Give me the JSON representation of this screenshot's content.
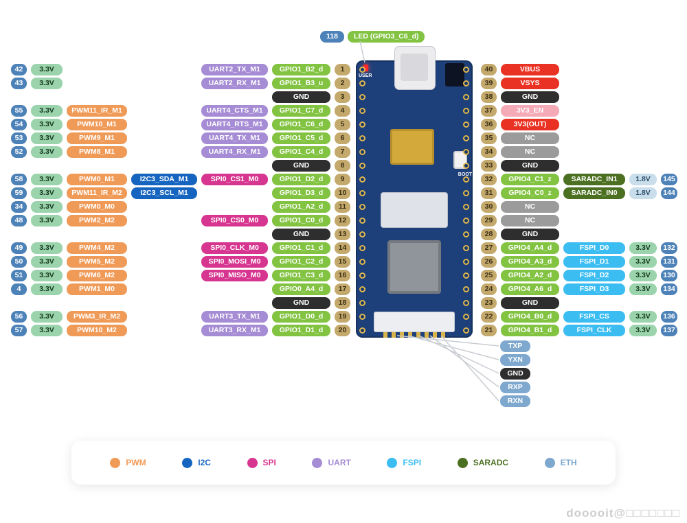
{
  "header": {
    "led_chip_pin": "118",
    "led_label": "LED (GPIO3_C6_d)"
  },
  "board": {
    "user_label": "USER",
    "boot_label": "BOOT"
  },
  "left_rows": [
    {
      "chip": "42",
      "power": "3.3V",
      "pwm": null,
      "i2c": null,
      "bus": "UART2_TX_M1",
      "busType": "uart",
      "gpio": "GPIO1_B2_d",
      "gpioType": "gpio",
      "pin": "1"
    },
    {
      "chip": "43",
      "power": "3.3V",
      "pwm": null,
      "i2c": null,
      "bus": "UART2_RX_M1",
      "busType": "uart",
      "gpio": "GPIO1_B3_u",
      "gpioType": "gpio",
      "pin": "2"
    },
    {
      "chip": null,
      "power": null,
      "pwm": null,
      "i2c": null,
      "bus": null,
      "busType": null,
      "gpio": "GND",
      "gpioType": "gnd",
      "pin": "3"
    },
    {
      "chip": "55",
      "power": "3.3V",
      "pwm": "PWM11_IR_M1",
      "i2c": null,
      "bus": "UART4_CTS_M1",
      "busType": "uart",
      "gpio": "GPIO1_C7_d",
      "gpioType": "gpio",
      "pin": "4"
    },
    {
      "chip": "54",
      "power": "3.3V",
      "pwm": "PWM10_M1",
      "i2c": null,
      "bus": "UART4_RTS_M1",
      "busType": "uart",
      "gpio": "GPIO1_C6_d",
      "gpioType": "gpio",
      "pin": "5"
    },
    {
      "chip": "53",
      "power": "3.3V",
      "pwm": "PWM9_M1",
      "i2c": null,
      "bus": "UART4_TX_M1",
      "busType": "uart",
      "gpio": "GPIO1_C5_d",
      "gpioType": "gpio",
      "pin": "6"
    },
    {
      "chip": "52",
      "power": "3.3V",
      "pwm": "PWM8_M1",
      "i2c": null,
      "bus": "UART4_RX_M1",
      "busType": "uart",
      "gpio": "GPIO1_C4_d",
      "gpioType": "gpio",
      "pin": "7"
    },
    {
      "chip": null,
      "power": null,
      "pwm": null,
      "i2c": null,
      "bus": null,
      "busType": null,
      "gpio": "GND",
      "gpioType": "gnd",
      "pin": "8"
    },
    {
      "chip": "58",
      "power": "3.3V",
      "pwm": "PWM0_M1",
      "i2c": "I2C3_SDA_M1",
      "bus": "SPI0_CS1_M0",
      "busType": "spi",
      "gpio": "GPIO1_D2_d",
      "gpioType": "gpio",
      "pin": "9"
    },
    {
      "chip": "59",
      "power": "3.3V",
      "pwm": "PWM11_IR_M2",
      "i2c": "I2C3_SCL_M1",
      "bus": null,
      "busType": null,
      "gpio": "GPIO1_D3_d",
      "gpioType": "gpio",
      "pin": "10"
    },
    {
      "chip": "34",
      "power": "3.3V",
      "pwm": "PWM0_M0",
      "i2c": null,
      "bus": null,
      "busType": null,
      "gpio": "GPIO1_A2_d",
      "gpioType": "gpio",
      "pin": "11"
    },
    {
      "chip": "48",
      "power": "3.3V",
      "pwm": "PWM2_M2",
      "i2c": null,
      "bus": "SPI0_CS0_M0",
      "busType": "spi",
      "gpio": "GPIO1_C0_d",
      "gpioType": "gpio",
      "pin": "12"
    },
    {
      "chip": null,
      "power": null,
      "pwm": null,
      "i2c": null,
      "bus": null,
      "busType": null,
      "gpio": "GND",
      "gpioType": "gnd",
      "pin": "13"
    },
    {
      "chip": "49",
      "power": "3.3V",
      "pwm": "PWM4_M2",
      "i2c": null,
      "bus": "SPI0_CLK_M0",
      "busType": "spi",
      "gpio": "GPIO1_C1_d",
      "gpioType": "gpio",
      "pin": "14"
    },
    {
      "chip": "50",
      "power": "3.3V",
      "pwm": "PWM5_M2",
      "i2c": null,
      "bus": "SPI0_MOSI_M0",
      "busType": "spi",
      "gpio": "GPIO1_C2_d",
      "gpioType": "gpio",
      "pin": "15"
    },
    {
      "chip": "51",
      "power": "3.3V",
      "pwm": "PWM6_M2",
      "i2c": null,
      "bus": "SPI0_MISO_M0",
      "busType": "spi",
      "gpio": "GPIO1_C3_d",
      "gpioType": "gpio",
      "pin": "16"
    },
    {
      "chip": "4",
      "power": "3.3V",
      "pwm": "PWM1_M0",
      "i2c": null,
      "bus": null,
      "busType": null,
      "gpio": "GPIO0_A4_d",
      "gpioType": "gpio",
      "pin": "17"
    },
    {
      "chip": null,
      "power": null,
      "pwm": null,
      "i2c": null,
      "bus": null,
      "busType": null,
      "gpio": "GND",
      "gpioType": "gnd",
      "pin": "18"
    },
    {
      "chip": "56",
      "power": "3.3V",
      "pwm": "PWM3_IR_M2",
      "i2c": null,
      "bus": "UART3_TX_M1",
      "busType": "uart",
      "gpio": "GPIO1_D0_d",
      "gpioType": "gpio",
      "pin": "19"
    },
    {
      "chip": "57",
      "power": "3.3V",
      "pwm": "PWM10_M2",
      "i2c": null,
      "bus": "UART3_RX_M1",
      "busType": "uart",
      "gpio": "GPIO1_D1_d",
      "gpioType": "gpio",
      "pin": "20"
    }
  ],
  "right_rows": [
    {
      "pin": "40",
      "main": "VBUS",
      "mainType": "red",
      "extra": null,
      "extraType": null,
      "volt": null,
      "voltType": null,
      "chip": null
    },
    {
      "pin": "39",
      "main": "VSYS",
      "mainType": "red",
      "extra": null,
      "extraType": null,
      "volt": null,
      "voltType": null,
      "chip": null
    },
    {
      "pin": "38",
      "main": "GND",
      "mainType": "gnd",
      "extra": null,
      "extraType": null,
      "volt": null,
      "voltType": null,
      "chip": null
    },
    {
      "pin": "37",
      "main": "3V3_EN",
      "mainType": "pink",
      "extra": null,
      "extraType": null,
      "volt": null,
      "voltType": null,
      "chip": null
    },
    {
      "pin": "36",
      "main": "3V3(OUT)",
      "mainType": "red",
      "extra": null,
      "extraType": null,
      "volt": null,
      "voltType": null,
      "chip": null
    },
    {
      "pin": "35",
      "main": "NC",
      "mainType": "nc",
      "extra": null,
      "extraType": null,
      "volt": null,
      "voltType": null,
      "chip": null
    },
    {
      "pin": "34",
      "main": "NC",
      "mainType": "nc",
      "extra": null,
      "extraType": null,
      "volt": null,
      "voltType": null,
      "chip": null
    },
    {
      "pin": "33",
      "main": "GND",
      "mainType": "gnd",
      "extra": null,
      "extraType": null,
      "volt": null,
      "voltType": null,
      "chip": null
    },
    {
      "pin": "32",
      "main": "GPIO4_C1_z",
      "mainType": "gpio",
      "extra": "SARADC_IN1",
      "extraType": "saradc",
      "volt": "1.8V",
      "voltType": "v18",
      "chip": "145"
    },
    {
      "pin": "31",
      "main": "GPIO4_C0_z",
      "mainType": "gpio",
      "extra": "SARADC_IN0",
      "extraType": "saradc",
      "volt": "1.8V",
      "voltType": "v18",
      "chip": "144"
    },
    {
      "pin": "30",
      "main": "NC",
      "mainType": "nc",
      "extra": null,
      "extraType": null,
      "volt": null,
      "voltType": null,
      "chip": null
    },
    {
      "pin": "29",
      "main": "NC",
      "mainType": "nc",
      "extra": null,
      "extraType": null,
      "volt": null,
      "voltType": null,
      "chip": null
    },
    {
      "pin": "28",
      "main": "GND",
      "mainType": "gnd",
      "extra": null,
      "extraType": null,
      "volt": null,
      "voltType": null,
      "chip": null
    },
    {
      "pin": "27",
      "main": "GPIO4_A4_d",
      "mainType": "gpio",
      "extra": "FSPI_D0",
      "extraType": "fspi",
      "volt": "3.3V",
      "voltType": "power",
      "chip": "132"
    },
    {
      "pin": "26",
      "main": "GPIO4_A3_d",
      "mainType": "gpio",
      "extra": "FSPI_D1",
      "extraType": "fspi",
      "volt": "3.3V",
      "voltType": "power",
      "chip": "131"
    },
    {
      "pin": "25",
      "main": "GPIO4_A2_d",
      "mainType": "gpio",
      "extra": "FSPI_D2",
      "extraType": "fspi",
      "volt": "3.3V",
      "voltType": "power",
      "chip": "130"
    },
    {
      "pin": "24",
      "main": "GPIO4_A6_d",
      "mainType": "gpio",
      "extra": "FSPI_D3",
      "extraType": "fspi",
      "volt": "3.3V",
      "voltType": "power",
      "chip": "134"
    },
    {
      "pin": "23",
      "main": "GND",
      "mainType": "gnd",
      "extra": null,
      "extraType": null,
      "volt": null,
      "voltType": null,
      "chip": null
    },
    {
      "pin": "22",
      "main": "GPIO4_B0_d",
      "mainType": "gpio",
      "extra": "FSPI_CS",
      "extraType": "fspi",
      "volt": "3.3V",
      "voltType": "power",
      "chip": "136"
    },
    {
      "pin": "21",
      "main": "GPIO4_B1_d",
      "mainType": "gpio",
      "extra": "FSPI_CLK",
      "extraType": "fspi",
      "volt": "3.3V",
      "voltType": "power",
      "chip": "137"
    }
  ],
  "eth_rows": [
    {
      "label": "TXP",
      "type": "eth"
    },
    {
      "label": "YXN",
      "type": "eth"
    },
    {
      "label": "GND",
      "type": "gnd"
    },
    {
      "label": "RXP",
      "type": "eth"
    },
    {
      "label": "RXN",
      "type": "eth"
    }
  ],
  "legend": {
    "items": [
      {
        "label": "PWM",
        "color": "#f09a57"
      },
      {
        "label": "I2C",
        "color": "#1565c0"
      },
      {
        "label": "SPI",
        "color": "#d6368f"
      },
      {
        "label": "UART",
        "color": "#a58cd4"
      },
      {
        "label": "FSPI",
        "color": "#3bbdf2"
      },
      {
        "label": "SARADC",
        "color": "#4c7022"
      },
      {
        "label": "ETH",
        "color": "#7fa8cf"
      }
    ]
  },
  "watermark": "dooooit@□□□□□□□"
}
